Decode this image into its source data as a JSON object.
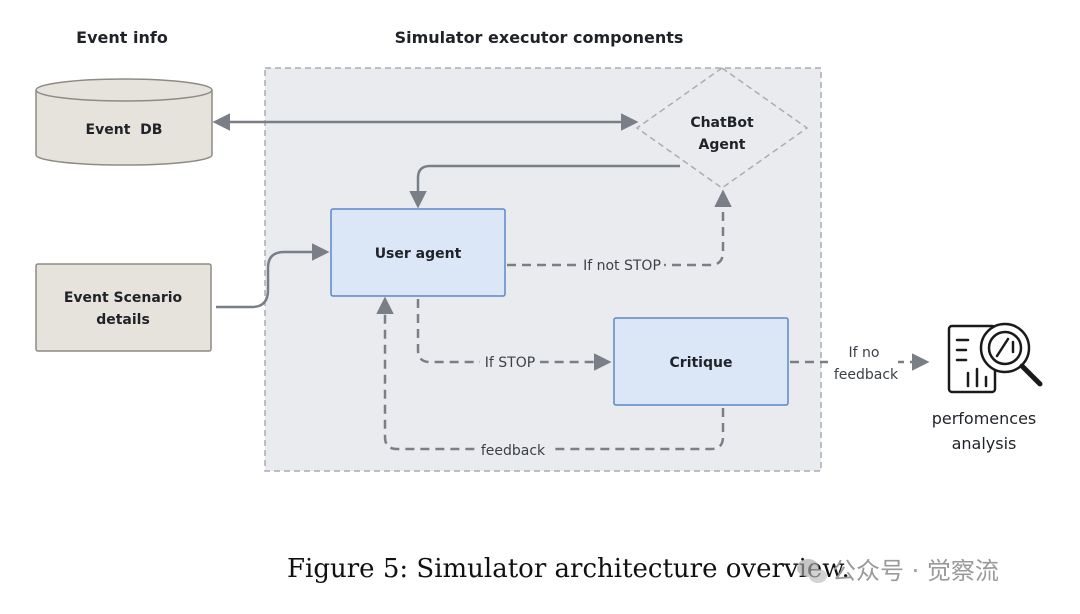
{
  "headings": {
    "event_info": "Event info",
    "simulator": "Simulator executor components"
  },
  "nodes": {
    "event_db": "Event  DB",
    "scenario_line1": "Event Scenario",
    "scenario_line2": "details",
    "chatbot_line1": "ChatBot",
    "chatbot_line2": "Agent",
    "user_agent": "User agent",
    "critique": "Critique",
    "analysis_line1": "perfomences",
    "analysis_line2": "analysis"
  },
  "edges": {
    "if_not_stop": "If not STOP",
    "if_stop": "If STOP",
    "feedback": "feedback",
    "if_no_line1": "If no",
    "if_no_line2": "feedback"
  },
  "caption": "Figure 5: Simulator architecture overview.",
  "watermark": "公众号 · 觉察流",
  "icons": [
    "database-cylinder",
    "diamond-agent",
    "analysis-magnifier-icon",
    "wechat-icon"
  ],
  "colors": {
    "beige_fill": "#e6e3dc",
    "beige_stroke": "#8e8b84",
    "blue_fill": "#dbe7f6",
    "blue_stroke": "#5b88c9",
    "region_fill": "#e9ebee",
    "region_stroke": "#a9adb3",
    "arrow": "#7a7f87"
  }
}
